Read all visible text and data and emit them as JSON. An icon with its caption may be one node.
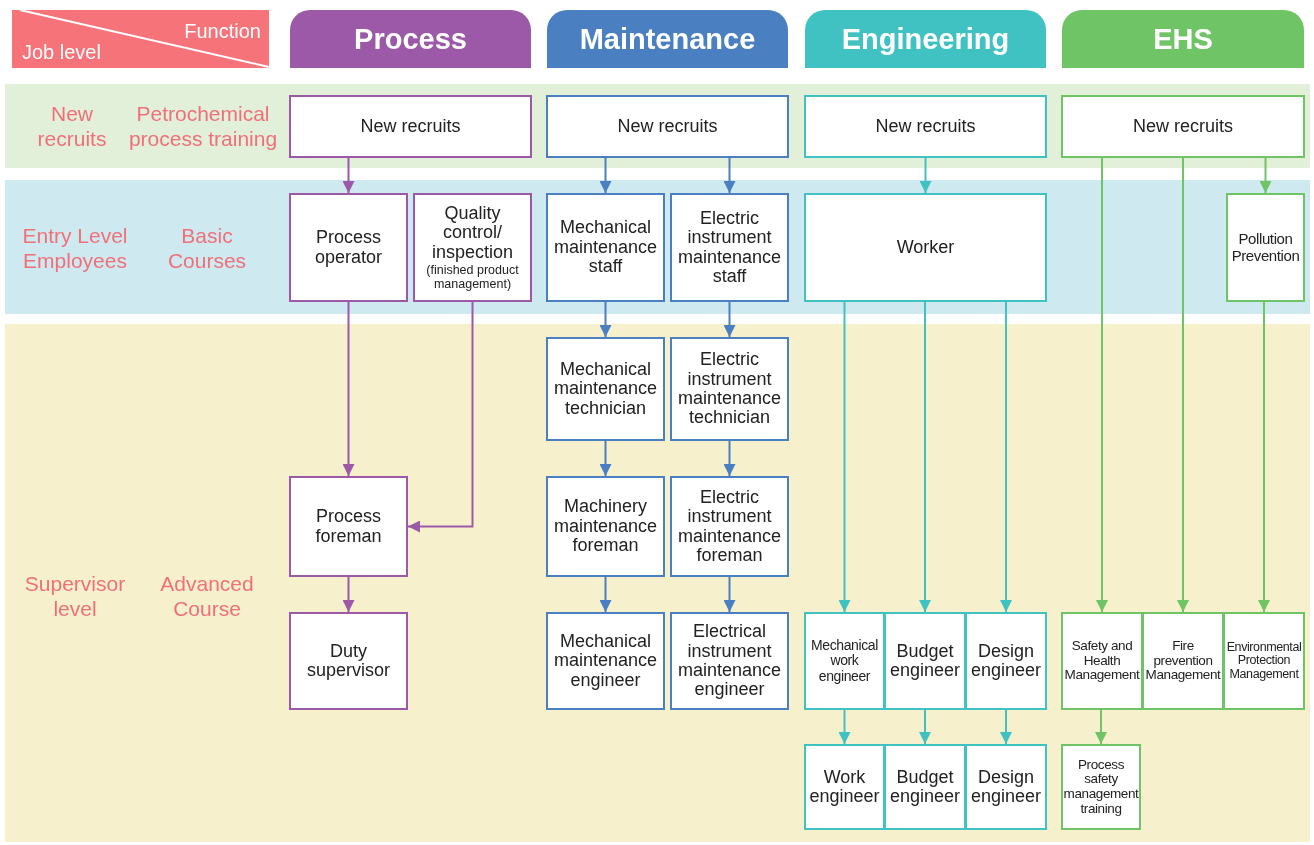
{
  "diagram": {
    "nodes": [
      {
        "text": [
          "Job level",
          "Function"
        ]
      },
      {
        "text": [
          "Process"
        ]
      },
      {
        "text": [
          "Maintenance"
        ]
      },
      {
        "text": [
          "Engineering"
        ]
      },
      {
        "text": [
          "EHS"
        ]
      },
      {
        "text": [
          "New recruits",
          "Petrochemical process training"
        ]
      },
      {
        "text": [
          "New recruits"
        ],
        "in": 5
      },
      {
        "text": [
          "New recruits"
        ],
        "in": 5
      },
      {
        "text": [
          "New recruits"
        ],
        "in": 5
      },
      {
        "text": [
          "New recruits"
        ],
        "in": 5
      },
      {
        "text": [
          "Entry Level Employees",
          "Basic Courses"
        ]
      },
      {
        "text": [
          "Process operator"
        ],
        "in": 10
      },
      {
        "text": [
          "Quality control/ inspection",
          "(finished product management)"
        ],
        "in": 10
      },
      {
        "text": [
          "Mechanical maintenance staff"
        ],
        "in": 10
      },
      {
        "text": [
          "Electric instrument maintenance staff"
        ],
        "in": 10
      },
      {
        "text": [
          "Worker"
        ],
        "in": 10
      },
      {
        "text": [
          "Pollution Prevention"
        ],
        "in": 10
      },
      {
        "text": [
          "Supervisor level",
          "Advanced Course"
        ]
      },
      {
        "text": [
          "Mechanical maintenance technician"
        ],
        "in": 17
      },
      {
        "text": [
          "Electric instrument maintenance technician"
        ],
        "in": 17
      },
      {
        "text": [
          "Process foreman"
        ],
        "in": 17
      },
      {
        "text": [
          "Machinery maintenance foreman"
        ],
        "in": 17
      },
      {
        "text": [
          "Electric instrument maintenance foreman"
        ],
        "in": 17
      },
      {
        "text": [
          "Duty supervisor"
        ],
        "in": 17
      },
      {
        "text": [
          "Mechanical maintenance engineer"
        ],
        "in": 17
      },
      {
        "text": [
          "Electrical instrument maintenance engineer"
        ],
        "in": 17
      },
      {
        "text": [
          "Mechanical work engineer"
        ],
        "in": 17
      },
      {
        "text": [
          "Budget engineer"
        ],
        "in": 17
      },
      {
        "text": [
          "Design engineer"
        ],
        "in": 17
      },
      {
        "text": [
          "Safety and Health Management"
        ],
        "in": 17
      },
      {
        "text": [
          "Fire prevention Management"
        ],
        "in": 17
      },
      {
        "text": [
          "Environmental Protection Management"
        ],
        "in": 17
      },
      {
        "text": [
          "Work engineer"
        ],
        "in": 17
      },
      {
        "text": [
          "Budget engineer"
        ],
        "in": 17
      },
      {
        "text": [
          "Design engineer"
        ],
        "in": 17
      },
      {
        "text": [
          "Process safety management training"
        ],
        "in": 17
      }
    ],
    "edges": [
      {
        "from": 6,
        "to": 11,
        "arrow": "to",
        "color": "#9b59a8"
      },
      {
        "from": 7,
        "to": 13,
        "arrow": "to"
      },
      {
        "from": 7,
        "to": 14,
        "arrow": "to"
      },
      {
        "from": 8,
        "to": 15,
        "arrow": "to",
        "color": "#41c2c2"
      },
      {
        "from": 9,
        "to": 16,
        "arrow": "to",
        "color": "#6fc465"
      },
      {
        "from": 9,
        "to": 29,
        "arrow": "to",
        "color": "#6fc465"
      },
      {
        "from": 9,
        "to": 30,
        "arrow": "to",
        "color": "#6fc465"
      },
      {
        "from": 11,
        "to": 20,
        "arrow": "to",
        "color": "#9b59a8"
      },
      {
        "from": 12,
        "to": 20,
        "arrow": "to",
        "color": "#9b59a8"
      },
      {
        "from": 13,
        "to": 18,
        "arrow": "to"
      },
      {
        "from": 14,
        "to": 19,
        "arrow": "to"
      },
      {
        "from": 18,
        "to": 21,
        "arrow": "to"
      },
      {
        "from": 19,
        "to": 22,
        "arrow": "to"
      },
      {
        "from": 20,
        "to": 23,
        "arrow": "to",
        "color": "#9b59a8"
      },
      {
        "from": 21,
        "to": 24,
        "arrow": "to"
      },
      {
        "from": 22,
        "to": 25,
        "arrow": "to"
      },
      {
        "from": 15,
        "to": 26,
        "arrow": "to",
        "color": "#41c2c2"
      },
      {
        "from": 15,
        "to": 27,
        "arrow": "to",
        "color": "#41c2c2"
      },
      {
        "from": 15,
        "to": 28,
        "arrow": "to",
        "color": "#41c2c2"
      },
      {
        "from": 16,
        "to": 31,
        "arrow": "to",
        "color": "#6fc465"
      },
      {
        "from": 26,
        "to": 32,
        "arrow": "to",
        "color": "#41c2c2"
      },
      {
        "from": 27,
        "to": 33,
        "arrow": "to",
        "color": "#41c2c2"
      },
      {
        "from": 28,
        "to": 34,
        "arrow": "to",
        "color": "#41c2c2"
      },
      {
        "from": 29,
        "to": 35,
        "arrow": "to",
        "color": "#6fc465"
      }
    ]
  }
}
